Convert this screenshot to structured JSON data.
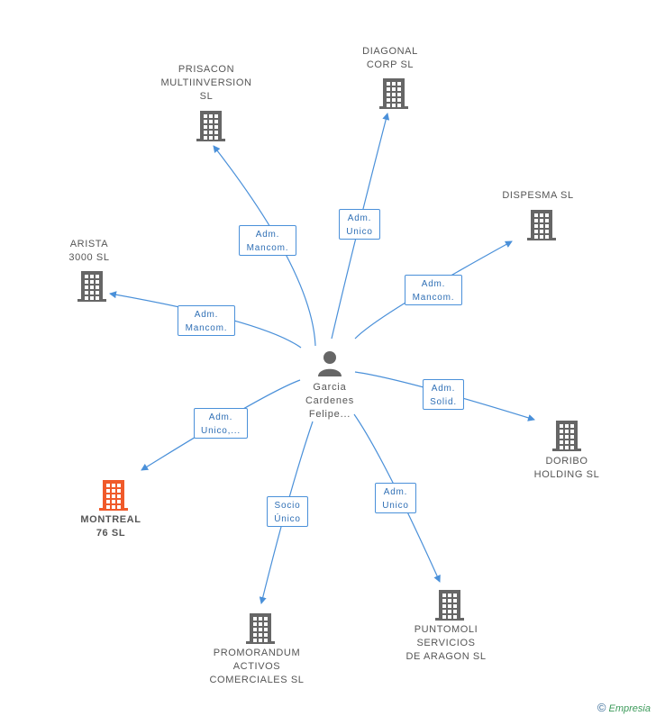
{
  "center": {
    "name": "Garcia\nCardenes\nFelipe..."
  },
  "nodes": [
    {
      "id": "prisacon",
      "label": "PRISACON\nMULTIINVERSION\nSL",
      "highlight": false
    },
    {
      "id": "diagonal",
      "label": "DIAGONAL\nCORP SL",
      "highlight": false
    },
    {
      "id": "dispesma",
      "label": "DISPESMA SL",
      "highlight": false
    },
    {
      "id": "arista",
      "label": "ARISTA\n3000 SL",
      "highlight": false
    },
    {
      "id": "doribo",
      "label": "DORIBO\nHOLDING SL",
      "highlight": false
    },
    {
      "id": "montreal",
      "label": "MONTREAL\n76 SL",
      "highlight": true
    },
    {
      "id": "promorandum",
      "label": "PROMORANDUM\nACTIVOS\nCOMERCIALES SL",
      "highlight": false
    },
    {
      "id": "puntomoli",
      "label": "PUNTOMOLI\nSERVICIOS\nDE ARAGON SL",
      "highlight": false
    }
  ],
  "edges": [
    {
      "to": "prisacon",
      "role": "Adm.\nMancom."
    },
    {
      "to": "diagonal",
      "role": "Adm.\nUnico"
    },
    {
      "to": "dispesma",
      "role": "Adm.\nMancom."
    },
    {
      "to": "arista",
      "role": "Adm.\nMancom."
    },
    {
      "to": "doribo",
      "role": "Adm.\nSolid."
    },
    {
      "to": "montreal",
      "role": "Adm.\nUnico,..."
    },
    {
      "to": "promorandum",
      "role": "Socio\nÚnico"
    },
    {
      "to": "puntomoli",
      "role": "Adm.\nUnico"
    }
  ],
  "watermark": {
    "symbol": "©",
    "brand": "Empresia"
  },
  "colors": {
    "edge": "#4a90d9",
    "building": "#666666",
    "highlight": "#f05a2a"
  }
}
